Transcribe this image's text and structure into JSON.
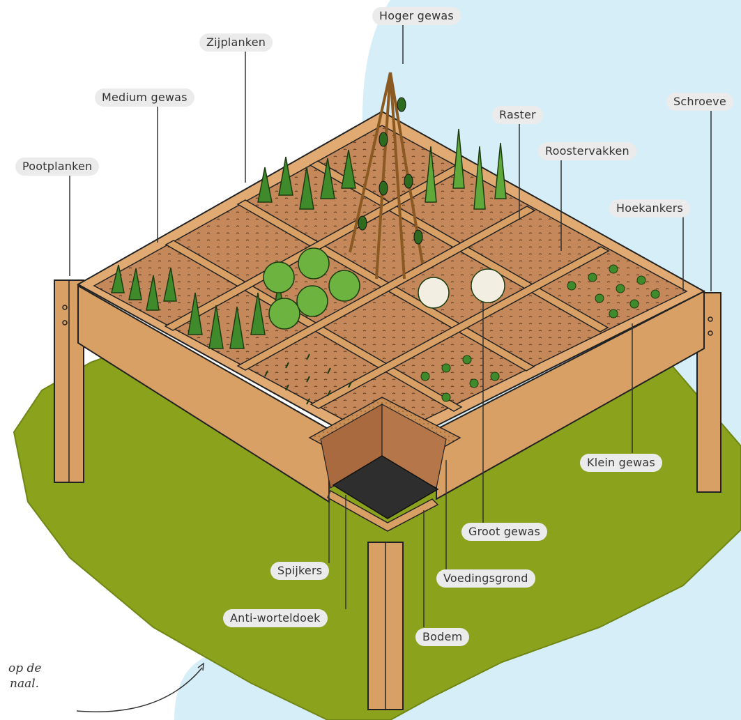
{
  "labels": {
    "hoger_gewas": "Hoger gewas",
    "zijplanken": "Zijplanken",
    "medium_gewas": "Medium gewas",
    "pootplanken": "Pootplanken",
    "raster": "Raster",
    "schroeven": "Schroeve",
    "roostervakken": "Roostervakken",
    "hoekankers": "Hoekankers",
    "klein_gewas": "Klein gewas",
    "groot_gewas": "Groot gewas",
    "spijkers": "Spijkers",
    "voedingsgrond": "Voedingsgrond",
    "anti_worteldoek": "Anti-worteldoek",
    "bodem": "Bodem"
  },
  "note": {
    "line1": "op de",
    "line2": "naal."
  },
  "colors": {
    "sky": "#d6eef7",
    "grass": "#8ba31c",
    "wood": "#d9a066",
    "soil": "#c4885a",
    "leaf": "#3f8a2a",
    "label_bg": "#ebebeb"
  }
}
